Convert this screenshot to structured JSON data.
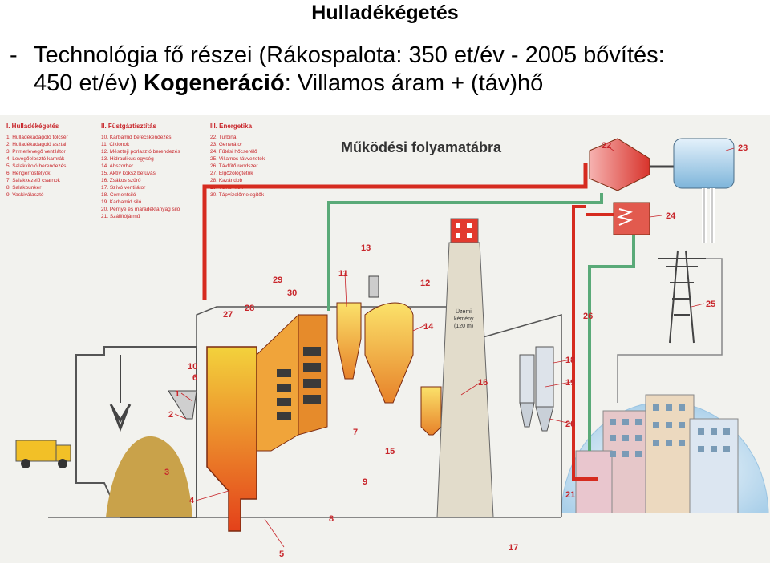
{
  "slide": {
    "title": "Hulladékégetés",
    "bullet_dash": "-",
    "line1": "Technológia fő részei (Rákospalota: 350 et/év - 2005 bővítés:",
    "line2_a": "450 et/év) ",
    "line2_bold": "Kogeneráció",
    "line2_b": ": Villamos áram + (táv)hő"
  },
  "diagram": {
    "title": "Működési folyamatábra",
    "stack_label": [
      "Üzemi",
      "kémény",
      "(120 m)"
    ],
    "legend_1": {
      "heading": "I. Hulladékégetés",
      "items": [
        "1. Hulladékadagoló tölcsér",
        "2. Hulladékadagoló asztal",
        "3. Primerlevegő ventilátor",
        "4. Levegőelosztó kamrák",
        "5. Salakkitoló berendezés",
        "6. Hengerrostélyok",
        "7. Salakkezelő csarnok",
        "8. Salakbunker",
        "9. Vaskiválasztó"
      ]
    },
    "legend_2": {
      "heading": "II. Füstgáztisztítás",
      "items": [
        "10. Karbamid befecskendezés",
        "11. Ciklonok",
        "12. Mészteji porlasztó berendezés",
        "13. Hidraulikus egység",
        "14. Abszorber",
        "15. Aktív koksz befúvás",
        "16. Zsákos szűrő",
        "17. Szívó ventilátor",
        "18. Cementsiló",
        "19. Karbamid siló",
        "20. Pernye és maradéktanyag siló",
        "21. Szállítójármű"
      ]
    },
    "legend_3": {
      "heading": "III. Energetika",
      "items": [
        "22. Turbina",
        "23. Generátor",
        "24. Fűtési hőcserélő",
        "25. Villamos távvezeték",
        "26. Távfűtő rendszer",
        "27. Elgőzölögtetők",
        "28. Kazándob",
        "29. Túlhevítők",
        "30. Tápvízelőmelegítők"
      ]
    },
    "callouts": [
      "1",
      "2",
      "3",
      "4",
      "5",
      "6",
      "7",
      "8",
      "9",
      "10",
      "11",
      "12",
      "13",
      "14",
      "15",
      "16",
      "17",
      "18",
      "19",
      "20",
      "21",
      "22",
      "23",
      "24",
      "25",
      "26",
      "27",
      "28",
      "29",
      "30"
    ],
    "colors": {
      "steam": "#d62b1f",
      "water": "#5aaa78",
      "furnace": "#e84a18",
      "building": "#dfe3dd",
      "sky": "#cfe4f4",
      "legend_text": "#c8262b"
    }
  }
}
